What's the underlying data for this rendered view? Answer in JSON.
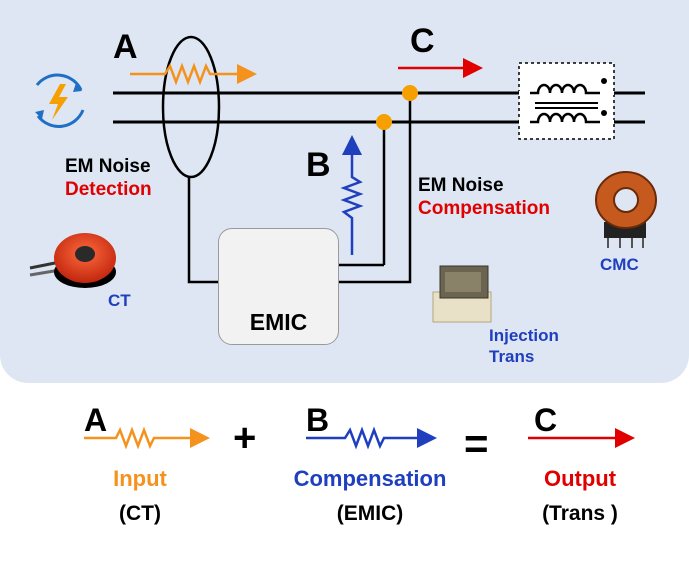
{
  "diagram": {
    "signal_a": "A",
    "signal_b": "B",
    "signal_c": "C",
    "detection": {
      "line1": "EM Noise",
      "line2": "Detection"
    },
    "compensation": {
      "line1": "EM Noise",
      "line2": "Compensation"
    },
    "emic": "EMIC",
    "ct": "CT",
    "cmc": "CMC",
    "injection": {
      "line1": "Injection",
      "line2": "Trans"
    }
  },
  "equation": {
    "a": {
      "letter": "A",
      "word": "Input",
      "sub": "(CT)"
    },
    "plus": "+",
    "b": {
      "letter": "B",
      "word": "Compensation",
      "sub": "(EMIC)"
    },
    "equals": "=",
    "c": {
      "letter": "C",
      "word": "Output",
      "sub": "(Trans )"
    }
  },
  "colors": {
    "input": "#f5921e",
    "compensation": "#1f3fbf",
    "output": "#e00000",
    "junction": "#f5a000",
    "panel": "#dde6f2"
  },
  "icons": [
    "noise-source-icon",
    "ct-core-icon",
    "chip-icon",
    "transformer-icon",
    "cmc-core-icon"
  ]
}
